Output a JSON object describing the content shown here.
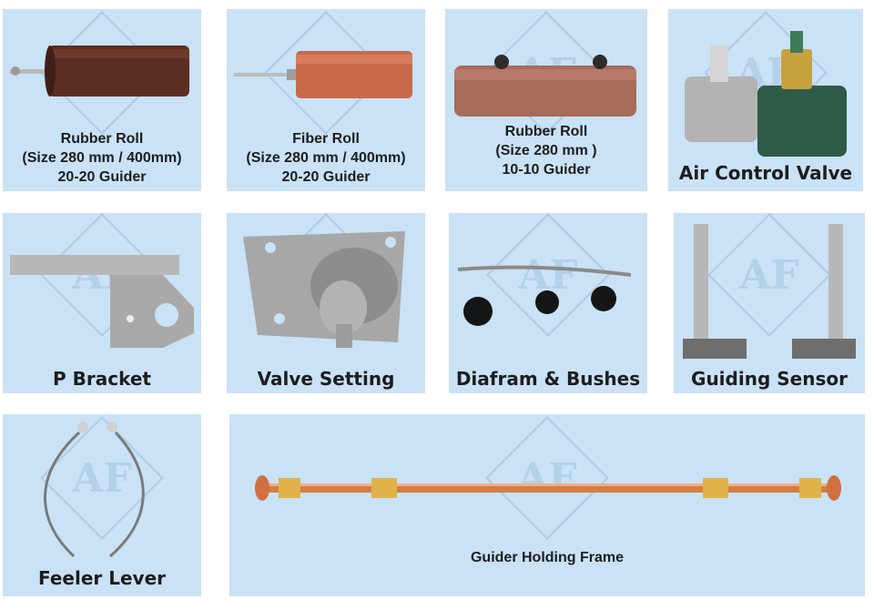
{
  "products": {
    "rubber_roll_400": {
      "title": "Rubber Roll",
      "size": "(Size 280 mm / 400mm)",
      "guider": "20-20 Guider"
    },
    "fiber_roll": {
      "title": "Fiber Roll",
      "size": "(Size 280 mm / 400mm)",
      "guider": "20-20 Guider"
    },
    "rubber_roll_280": {
      "title": "Rubber Roll",
      "size": "(Size 280 mm )",
      "guider": "10-10 Guider"
    },
    "air_control_valve": {
      "title": "Air Control Valve"
    },
    "p_bracket": {
      "title": "P Bracket"
    },
    "valve_setting": {
      "title": "Valve Setting"
    },
    "diafram_bushes": {
      "title": "Diafram & Bushes"
    },
    "guiding_sensor": {
      "title": "Guiding Sensor"
    },
    "feeler_lever": {
      "title": "Feeler Lever"
    },
    "guider_holding_frame": {
      "title": "Guider Holding Frame"
    }
  },
  "colors": {
    "tile_background": "#c9e2f6",
    "caption_text": "#1d1d1d",
    "watermark": "#82a0c8"
  }
}
